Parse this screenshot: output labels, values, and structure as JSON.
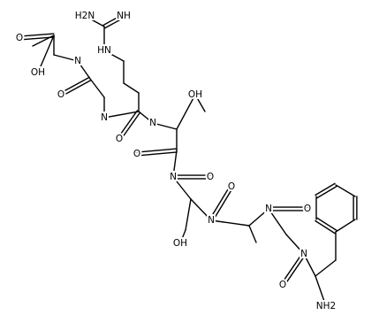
{
  "molecule": {
    "line_color": "#000000",
    "background": "#ffffff",
    "atom_labels": [
      "H2N",
      "NH",
      "HN",
      "N",
      "OH",
      "O",
      "O",
      "N",
      "O",
      "N",
      "OH",
      "O",
      "N",
      "O",
      "OH",
      "N",
      "O",
      "N",
      "O",
      "N",
      "O",
      "NH2"
    ]
  }
}
